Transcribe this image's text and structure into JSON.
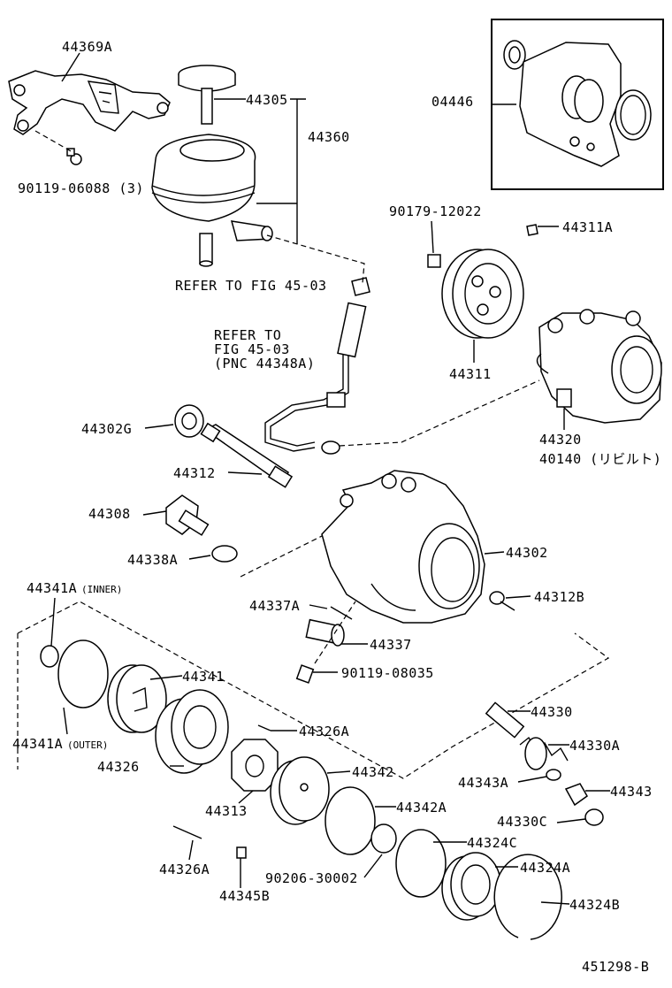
{
  "diagram": {
    "labels": {
      "p44369A": "44369A",
      "p44305": "44305",
      "p44360": "44360",
      "p90119_06088": "90119-06088 (3)",
      "p04446": "04446",
      "p90179_12022": "90179-12022",
      "p44311A": "44311A",
      "refer1": "REFER TO FIG 45-03",
      "refer2_l1": "REFER TO",
      "refer2_l2": "FIG 45-03",
      "refer2_l3": "(PNC 44348A)",
      "p44311": "44311",
      "p44320": "44320",
      "p40140": "40140 (リビルト)",
      "p44302G": "44302G",
      "p44312": "44312",
      "p44308": "44308",
      "p44338A": "44338A",
      "p44302": "44302",
      "p44341A_inner_code": "44341A",
      "p44341A_inner_tag": "(INNER)",
      "p44312B": "44312B",
      "p44337A": "44337A",
      "p44337": "44337",
      "p90119_08035": "90119-08035",
      "p44341": "44341",
      "p44330": "44330",
      "p44326A_top": "44326A",
      "p44341A_outer_code": "44341A",
      "p44341A_outer_tag": "(OUTER)",
      "p44330A": "44330A",
      "p44326": "44326",
      "p44342": "44342",
      "p44343A": "44343A",
      "p44343": "44343",
      "p44313": "44313",
      "p44342A": "44342A",
      "p44330C": "44330C",
      "p44324C": "44324C",
      "p44326A_bottom": "44326A",
      "p90206_30002": "90206-30002",
      "p44324A": "44324A",
      "p44345B": "44345B",
      "p44324B": "44324B",
      "figure_id": "451298-B"
    }
  }
}
